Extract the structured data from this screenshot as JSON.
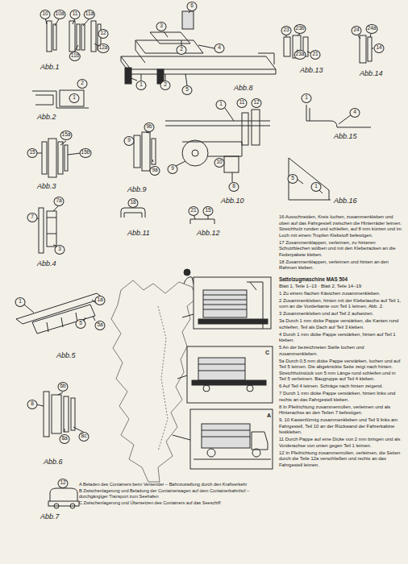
{
  "diagram": {
    "labels": [
      "10",
      "10a",
      "11",
      "11a",
      "12",
      "12a",
      "11b",
      "Abb.1",
      "2",
      "1",
      "Abb.2",
      "15",
      "15a",
      "15b",
      "Abb.3",
      "7",
      "7a",
      "3",
      "Abb.4",
      "1",
      "1a",
      "5",
      "5a",
      "Abb.5",
      "6b",
      "8",
      "8a",
      "8c",
      "Abb.6",
      "12",
      "Abb.7",
      "6",
      "3",
      "2",
      "4",
      "1",
      "2",
      "5",
      "Abb.8",
      "9b",
      "9",
      "9a",
      "Abb.9",
      "1",
      "11",
      "12",
      "9",
      "10",
      "8",
      "Abb.10",
      "18",
      "Abb.11",
      "21",
      "15",
      "Abb.12",
      "23",
      "23b",
      "23a",
      "21",
      "Abb.13",
      "24",
      "24a",
      "14",
      "Abb.14",
      "1",
      "4",
      "Abb.15",
      "5",
      "1",
      "Abb.16",
      "C",
      "A",
      "16 Ausschneiden, Kreis lochen, zusammenkleben und oben auf das Fahrgestell zwischen die Hinterräder leimen. Streichholz runden und schleifen, auf 8 mm kürzen und im Loch mit einem Tropfen Klebstoff befestigen.",
      "17 Zusammenklappen, verleimen, zu hinteren Schutzblechen wölben und mit den Klebezacken an die Federpakete kleben.",
      "18 Zusammenklappen, verleimen und hinten an den Rahmen kleben.",
      "Sattelzugmaschine MAS 504",
      "Blatt 1, Teile 1–13 · Blatt 2, Teile 14–19",
      "1 Zu einem flachen Kästchen zusammenkleben.",
      "2 Zusammenkleben, hinten mit der Klebelasche auf Teil 1, vorn an die Vorderkante von Teil 1 leimen, Abb. 2.",
      "3 Zusammenkleben und auf Teil 2 aufsetzen.",
      "3a Durch 1 mm dicke Pappe verstärken, die Kanten rund schleifen, Teil als Dach auf Teil 3 kleben.",
      "4 Durch 1 mm dicke Pappe verstärken, hinten auf Teil 1 kleben.",
      "5 An der bezeichneten Stelle lochen und zusammenkleben.",
      "5a Durch 0,5 mm dicke Pappe verstärken, lochen und auf Teil 5 leimen. Die abgeknickte Seite zeigt nach hinten. Streichholzstück von 5 mm Länge rund schleifen und in Teil 5 verleimen. Baugruppe auf Teil 4 kleben.",
      "6 Auf Teil 4 leimen. Schräge nach hinten zeigend.",
      "7 Durch 1 mm dicke Pappe verstärken, hinten links und rechts an das Fahrgestell kleben.",
      "8 In Pfeilrichtung zusammenrollen, verleimen und als Hinterachse an den Teilen 7 befestigen.",
      "9, 10 Kastenförmig zusammenkleben und Teil 9 links am Fahrgestell, Teil 10 an der Rückwand der Fahrerkabine festkleben.",
      "11 Durch Pappe auf eine Dicke von 2 mm bringen und als Vorderachse von unten gegen Teil 1 leimen.",
      "12 In Pfeilrichtung zusammenrollen, verleimen, die Seiten durch die Teile 12a verschließen und rechts an das Fahrgestell leimen.",
      "A Beladen des Containers beim Versender – Bahnzustellung durch den Kraftverkehr",
      "B Zwischenlagerung und Beladung der Containerwagen auf dem Containerbahnhof – durchgängiger Transport zum Seehafen",
      "C Zwischenlagerung und Übersetzen des Containers auf das Seeschiff"
    ]
  }
}
